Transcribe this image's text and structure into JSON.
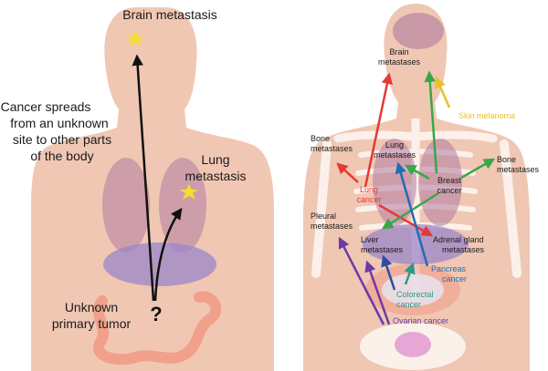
{
  "left_panel": {
    "brain_label": "Brain metastasis",
    "spread_lines": [
      "Cancer spreads",
      "from an unknown",
      "site to other parts",
      "of the body"
    ],
    "lung_lines": [
      "Lung",
      "metastasis"
    ],
    "unknown_lines": [
      "Unknown",
      "primary tumor"
    ],
    "question_mark": "?"
  },
  "right_panel": {
    "brain_lines": [
      "Brain",
      "metastases"
    ],
    "skin_melanoma": "Skin melanoma",
    "bone_left_lines": [
      "Bone",
      "metastases"
    ],
    "lung_mets_lines": [
      "Lung",
      "metastases"
    ],
    "bone_right_lines": [
      "Bone",
      "metastases"
    ],
    "breast_cancer_lines": [
      "Breast",
      "cancer"
    ],
    "lung_cancer_lines": [
      "Lung",
      "cancer"
    ],
    "pleural_lines": [
      "Pleural",
      "metastases"
    ],
    "liver_lines": [
      "Liver",
      "metastases"
    ],
    "adrenal_lines": [
      "Adrenal gland",
      "metastases"
    ],
    "pancreas_lines": [
      "Pancreas",
      "cancer"
    ],
    "colorectal_lines": [
      "Colorectal",
      "cancer"
    ],
    "ovarian_cancer": "Ovarian cancer"
  },
  "colors": {
    "skin": "#f0c7b3",
    "bone": "#fbf1ea",
    "lung": "#b07aa0",
    "liver": "#9b86c8",
    "intestine": "#f19b86",
    "star": "#f5dc35",
    "lung_cancer": "#e53935",
    "breast_cancer": "#3aa648",
    "skin_melanoma": "#e7c22a",
    "liver_arrow": "#2c4da0",
    "pancreas": "#1f6db4",
    "colorectal": "#2a9a8a",
    "ovarian": "#6a3aa8"
  }
}
